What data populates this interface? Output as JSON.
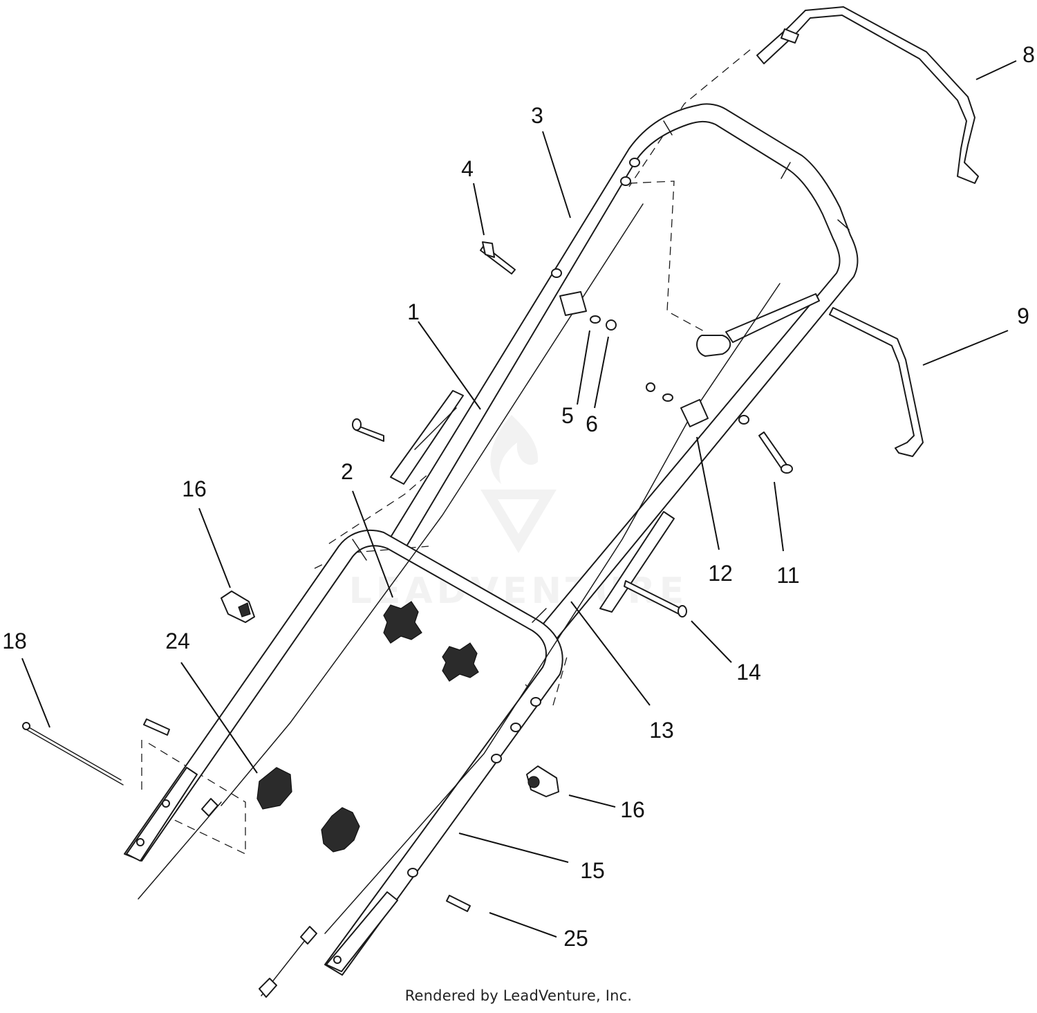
{
  "diagram": {
    "callouts": [
      "1",
      "2",
      "3",
      "4",
      "5",
      "6",
      "8",
      "9",
      "11",
      "12",
      "13",
      "14",
      "15",
      "16",
      "16",
      "18",
      "24",
      "25"
    ],
    "watermark_text": "LEADVENTURE"
  },
  "footer": {
    "text": "Rendered by LeadVenture, Inc."
  },
  "colors": {
    "line": "#1a1a1a",
    "watermark": "#e6e6e6",
    "background": "#ffffff"
  }
}
